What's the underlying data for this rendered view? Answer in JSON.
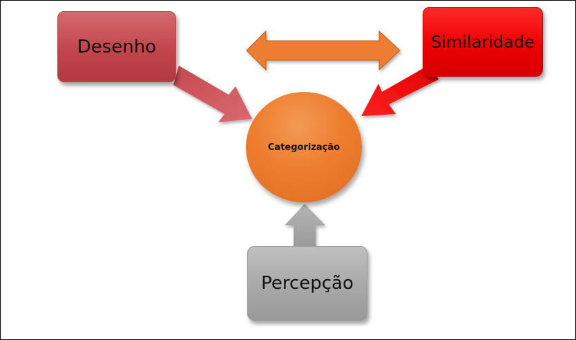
{
  "diagram": {
    "nodes": {
      "center": {
        "label": "Categorização"
      },
      "desenho": {
        "label": "Desenho"
      },
      "similaridade": {
        "label": "Similaridade"
      },
      "percepcao": {
        "label": "Percepção"
      }
    },
    "edges": [
      {
        "from": "Desenho",
        "to": "Categorização",
        "kind": "arrow"
      },
      {
        "from": "Similaridade",
        "to": "Categorização",
        "kind": "arrow"
      },
      {
        "from": "Percepção",
        "to": "Categorização",
        "kind": "arrow"
      },
      {
        "from": "Desenho",
        "to": "Similaridade",
        "kind": "double-arrow"
      }
    ],
    "colors": {
      "desenho": "#c94b51",
      "similaridade": "#ee0000",
      "percepcao": "#a6a6a6",
      "center": "#ee7d2e",
      "double_arrow": "#ed7d31"
    }
  }
}
